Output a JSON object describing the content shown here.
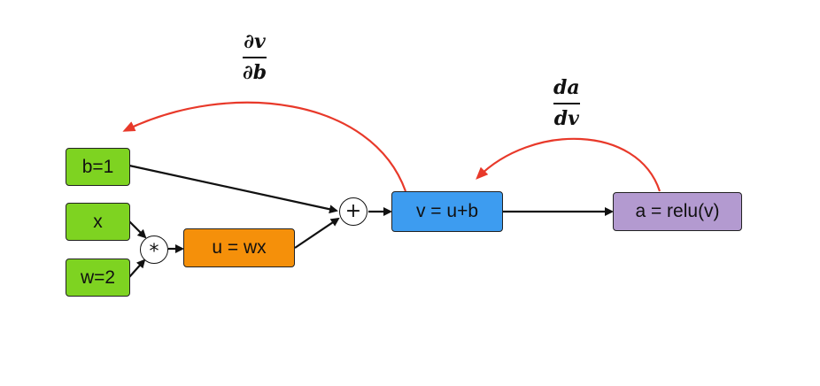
{
  "diagram": {
    "colors": {
      "input_node": "#7ed321",
      "mult_node": "#f5900a",
      "sum_node": "#3d9cf0",
      "activation_node": "#b39ad0",
      "forward_edge": "#111111",
      "backward_edge": "#e8392a"
    },
    "nodes": {
      "b": {
        "label": "b=1"
      },
      "x": {
        "label": "x"
      },
      "w": {
        "label": "w=2"
      },
      "u": {
        "label": "u = wx"
      },
      "v": {
        "label": "v = u+b"
      },
      "a": {
        "label": "a = relu(v)"
      }
    },
    "operators": {
      "multiply": {
        "symbol": "*"
      },
      "add": {
        "symbol": "+"
      }
    },
    "gradients": {
      "dv_db": {
        "numerator": "∂v",
        "denominator": "∂b"
      },
      "da_dv": {
        "numerator": "da",
        "denominator": "dv"
      }
    },
    "edges": [
      {
        "from": "b",
        "to": "add",
        "type": "forward"
      },
      {
        "from": "x",
        "to": "multiply",
        "type": "forward"
      },
      {
        "from": "w",
        "to": "multiply",
        "type": "forward"
      },
      {
        "from": "multiply",
        "to": "u",
        "type": "forward"
      },
      {
        "from": "u",
        "to": "add",
        "type": "forward"
      },
      {
        "from": "add",
        "to": "v",
        "type": "forward"
      },
      {
        "from": "v",
        "to": "a",
        "type": "forward"
      },
      {
        "from": "v",
        "to": "b",
        "type": "backward",
        "label": "dv_db"
      },
      {
        "from": "a",
        "to": "v",
        "type": "backward",
        "label": "da_dv"
      }
    ]
  }
}
